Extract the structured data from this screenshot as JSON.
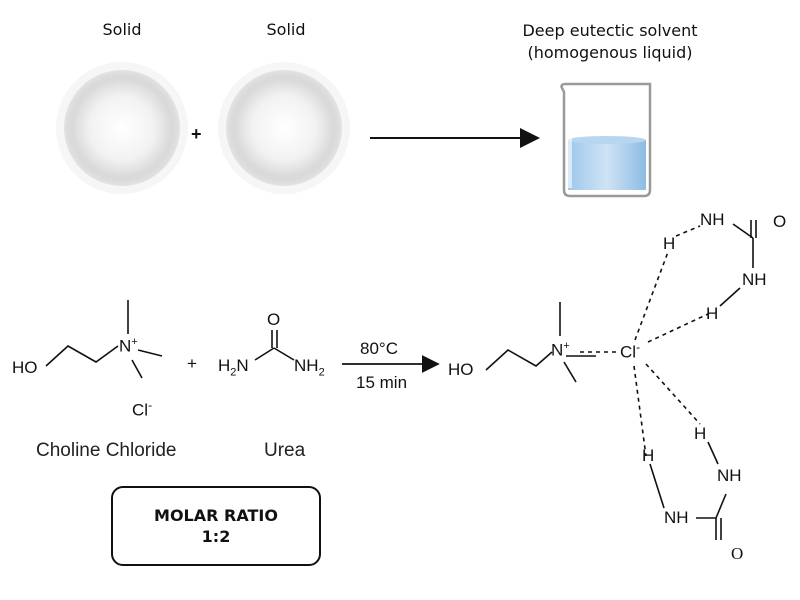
{
  "top": {
    "solid1_label": "Solid",
    "solid2_label": "Solid",
    "plus": "+",
    "product_label_line1": "Deep eutectic solvent",
    "product_label_line2": "(homogenous liquid)"
  },
  "reaction": {
    "ho_left": "HO",
    "n_plus_left": "N",
    "charge_plus": "+",
    "cl_minus_left": "Cl",
    "minus": "-",
    "plus": "+",
    "o_urea": "O",
    "h2n": "H",
    "nh2": "NH",
    "sub2": "2",
    "conditions_temp": "80°C",
    "conditions_time": "15 min",
    "ho_right": "HO",
    "n_plus_right": "N",
    "cl_right": "Cl",
    "nh_top": "NH",
    "o_top": "O",
    "nh_top2": "NH",
    "h_a": "H",
    "h_b": "H",
    "h_c": "H",
    "h_d": "H",
    "nh_bottom1": "NH",
    "nh_bottom2": "NH",
    "o_bottom": "O"
  },
  "names": {
    "choline_chloride": "Choline Chloride",
    "urea": "Urea"
  },
  "ratio": {
    "line1": "MOLAR RATIO",
    "line2": "1:2"
  }
}
